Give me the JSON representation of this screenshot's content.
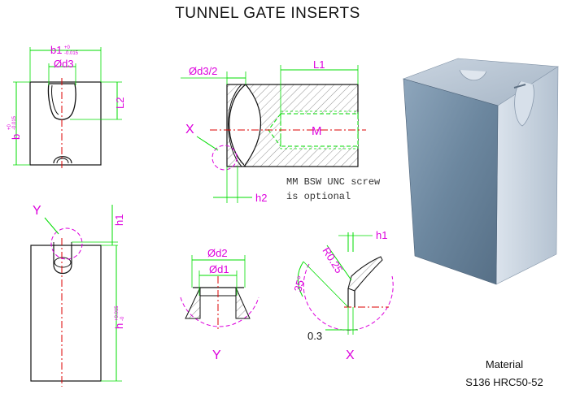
{
  "title": "TUNNEL  GATE INSERTS",
  "dimensions": {
    "b1": "b1",
    "b1_tol_upper": "+0",
    "b1_tol_lower": "-0.015",
    "d3": "Ød3",
    "b": "b",
    "b_tol_upper": "+0",
    "b_tol_lower": "-0.015",
    "l2": "L2",
    "h1": "h1",
    "h": "h",
    "h_tol_upper": "+0.015",
    "h_tol_lower": "-0",
    "d3_half": "Ød3/2",
    "l1": "L1",
    "m": "M",
    "h2": "h2",
    "d2": "Ød2",
    "d1": "Ød1",
    "r025": "R0.25",
    "h1_detail": "h1",
    "angle": "35°",
    "gap": "0.3"
  },
  "labels": {
    "view_x": "X",
    "view_y": "Y",
    "detail_y": "Y",
    "detail_x": "X"
  },
  "note": {
    "line1": "MM BSW UNC screw",
    "line2": "is optional"
  },
  "material": {
    "label": "Material",
    "spec": "S136 HRC50-52"
  },
  "colors": {
    "dimension": "#00dd00",
    "callout": "#dd00dd",
    "centerline": "#dd0000",
    "outline": "#111111",
    "block_front": "#6f8aa3",
    "block_side": "#b9c7d6"
  }
}
